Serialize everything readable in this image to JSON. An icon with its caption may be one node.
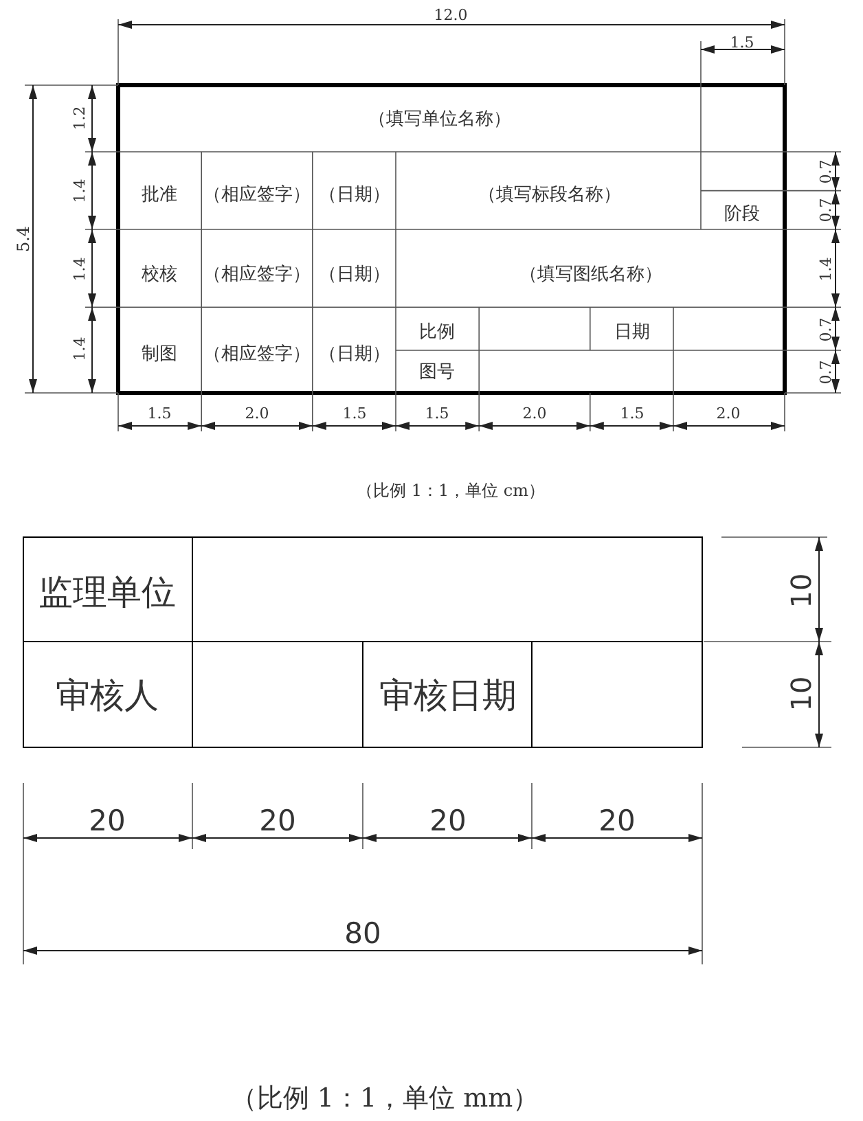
{
  "diagram": {
    "labels": [
      "12.0",
      "1.5",
      "5.4",
      "1.2",
      "（填写单位名称）",
      "1.4",
      "批准",
      "（相应签字）",
      "（日期）",
      "（填写标段名称）",
      "0.7",
      "阶段",
      "0.7",
      "1.4",
      "校核",
      "（相应签字）",
      "（日期）",
      "（填写图纸名称）",
      "1.4",
      "1.4",
      "制图",
      "（相应签字）",
      "（日期）",
      "比例",
      "日期",
      "0.7",
      "图号",
      "0.7",
      "1.5",
      "2.0",
      "1.5",
      "1.5",
      "2.0",
      "1.5",
      "2.0",
      "（比例 1：1，单位 cm）",
      "监理单位",
      "10",
      "审核人",
      "审核日期",
      "10",
      "20",
      "20",
      "20",
      "20",
      "80",
      "（比例 1：1，单位 mm）"
    ]
  }
}
